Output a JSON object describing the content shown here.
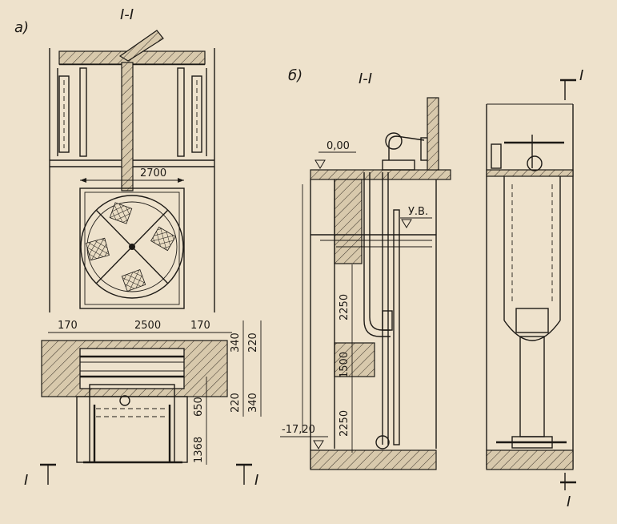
{
  "panel_a": {
    "letter": "а)",
    "section_title": "I-I",
    "dims": {
      "gate_width": "2700",
      "side_left": "170",
      "span": "2500",
      "side_right": "170",
      "v1": "340",
      "v2": "220",
      "v3": "220",
      "v4": "340",
      "v5": "650",
      "v6": "1368"
    },
    "section_mark": "I"
  },
  "panel_b": {
    "letter": "б)",
    "section_title": "I-I",
    "level_top": "0,00",
    "water_level": "У.В.",
    "level_bottom": "-17,20",
    "dims": {
      "d1": "2250",
      "d2": "1500",
      "d3": "2250"
    },
    "section_mark": "I"
  }
}
